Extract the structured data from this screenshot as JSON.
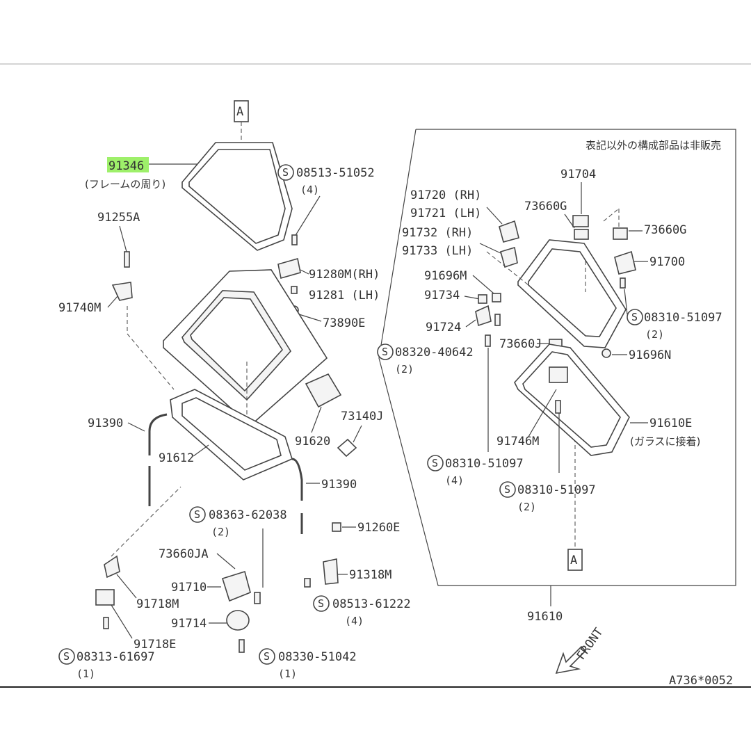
{
  "header_note": "表記以外の構成部品は非販売",
  "ref_marker": "A",
  "front_label": "FRONT",
  "diagram_code": "A736*0052",
  "colors": {
    "highlight": "#9ef06a",
    "line": "#444444",
    "text": "#333333"
  },
  "parts": {
    "p91346": "91346",
    "p91346_note": "(フレームの周り)",
    "p91255a": "91255A",
    "p91740m": "91740M",
    "s08513_51052": "08513-51052",
    "s08513_51052_qty": "(4)",
    "p91280m": "91280M(RH)",
    "p91281": "91281 (LH)",
    "p73890e": "73890E",
    "p91390_a": "91390",
    "p91390_b": "91390",
    "p91612": "91612",
    "p91620": "91620",
    "p73140j": "73140J",
    "s08363_62038": "08363-62038",
    "s08363_62038_qty": "(2)",
    "p91260e": "91260E",
    "p73660ja": "73660JA",
    "p91710": "91710",
    "p91714": "91714",
    "p91718m": "91718M",
    "p91718e": "91718E",
    "p91318m": "91318M",
    "s08513_61222": "08513-61222",
    "s08513_61222_qty": "(4)",
    "s08313_61697": "08313-61697",
    "s08313_61697_qty": "(1)",
    "s08330_51042": "08330-51042",
    "s08330_51042_qty": "(1)",
    "p91704": "91704",
    "p91720": "91720 (RH)",
    "p91721": "91721 (LH)",
    "p91732": "91732 (RH)",
    "p91733": "91733 (LH)",
    "p73660g_a": "73660G",
    "p73660g_b": "73660G",
    "p91700": "91700",
    "p91696m": "91696M",
    "p91734": "91734",
    "s08310_51097_a": "08310-51097",
    "s08310_51097_a_qty": "(2)",
    "p91724": "91724",
    "s08320_40642": "08320-40642",
    "s08320_40642_qty": "(2)",
    "p73660j": "73660J",
    "p91696n": "91696N",
    "p91610e": "91610E",
    "p91610e_note": "(ガラスに接着)",
    "p91746m": "91746M",
    "s08310_51097_b": "08310-51097",
    "s08310_51097_b_qty": "(4)",
    "s08310_51097_c": "08310-51097",
    "s08310_51097_c_qty": "(2)",
    "p91610": "91610",
    "s_mark": "S"
  }
}
